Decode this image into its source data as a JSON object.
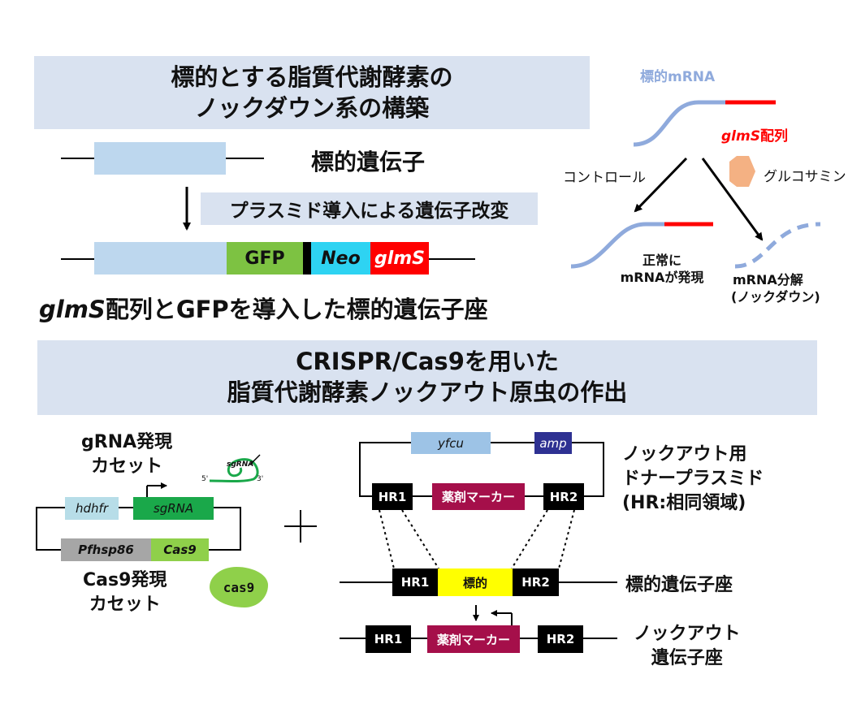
{
  "panel1": {
    "title_line1": "標的とする脂質代謝酵素の",
    "title_line2": "ノックダウン系の構築",
    "target_gene": "標的遺伝子",
    "plasmid_step": "プラスミド導入による遺伝子改変",
    "seg_gfp": "GFP",
    "seg_neo": "Neo",
    "seg_glms": "glmS",
    "caption_italic": "glmS",
    "caption_rest": "配列とGFPを導入した標的遺伝子座"
  },
  "mechanism": {
    "target_mrna": "標的mRNA",
    "glms_italic": "glmS",
    "glms_rest": "配列",
    "control": "コントロール",
    "glucosamine": "グルコサミン",
    "normal_line1": "正常に",
    "normal_line2": "mRNAが発現",
    "degrade_line1": "mRNA分解",
    "degrade_line2": "(ノックダウン)"
  },
  "panel2": {
    "title_line1": "CRISPR/Cas9を用いた",
    "title_line2": "脂質代謝酵素ノックアウト原虫の作出",
    "grna_line1": "gRNA発現",
    "grna_line2": "カセット",
    "sgrna_icon": "sgRNA",
    "five_prime": "5'",
    "three_prime": "3'",
    "hdhfr": "hdhfr",
    "sgrna": "sgRNA",
    "pfhsp86": "Pfhsp86",
    "cas9": "Cas9",
    "cas9_line1": "Cas9発現",
    "cas9_line2": "カセット",
    "cas9_blob": "cas9",
    "plus": "+",
    "yfcu": "yfcu",
    "amp": "amp",
    "hr1": "HR1",
    "hr2": "HR2",
    "marker": "薬剤マーカー",
    "target": "標的",
    "donor_line1": "ノックアウト用",
    "donor_line2": "ドナープラスミド",
    "donor_line3": "(HR:相同領域)",
    "target_locus": "標的遺伝子座",
    "ko_line1": "ノックアウト",
    "ko_line2": "遺伝子座"
  },
  "colors": {
    "banner": "#d9e2f0",
    "gene_blue": "#bdd7ee",
    "gfp_green": "#7dc242",
    "neo_cyan": "#2ed3f2",
    "glms_red": "#ff0000",
    "mrna_blue": "#8faadc",
    "glucosamine": "#f4b183",
    "sgrna_green": "#1aa84a",
    "cas9_green": "#8fd04a",
    "hdhfr_teal": "#b7dde8",
    "pfhsp86_gray": "#a6a6a6",
    "yfcu_blue": "#9dc3e6",
    "amp_navy": "#2e3192",
    "marker_crimson": "#a50f4a",
    "target_yellow": "#ffff00"
  }
}
